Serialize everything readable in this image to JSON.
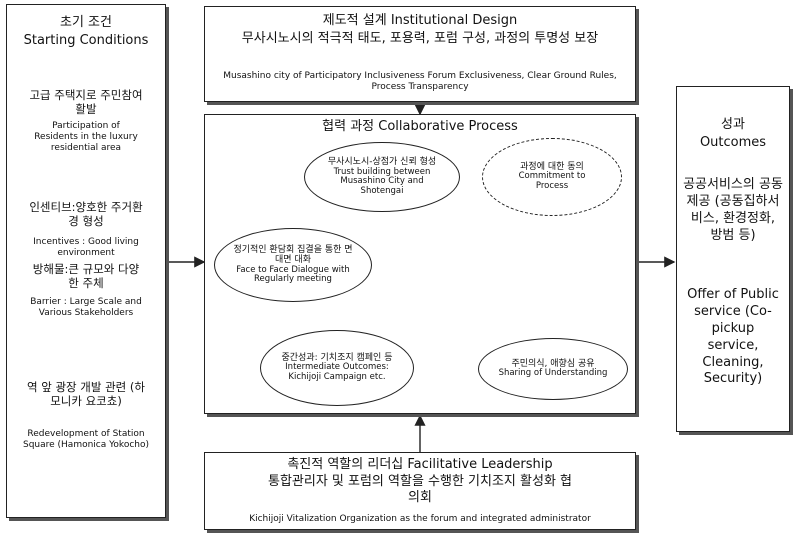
{
  "starting": {
    "title_ko": "초기 조건",
    "title_en": "Starting Conditions",
    "item1_ko": "고급 주택지로 주민참여 활발",
    "item1_en": "Participation of Residents in the luxury residential area",
    "item2_ko": "인센티브:양호한 주거환경 형성",
    "item2_en": "Incentives : Good living environment",
    "item3_ko": "방해물:큰 규모와 다양한 주체",
    "item3_en": "Barrier : Large Scale and Various Stakeholders",
    "item4_ko": "역 앞 광장 개발 관련 (하모니카 요코쵸)",
    "item4_en": "Redevelopment of Station Square (Hamonica Yokocho)"
  },
  "institutional": {
    "title": "제도적 설계 Institutional Design",
    "line_ko": "무사시노시의 적극적 태도, 포용력, 포럼 구성, 과정의 투명성 보장",
    "line_en": "Musashino city of Participatory Inclusiveness Forum Exclusiveness, Clear Ground Rules, Process Transparency"
  },
  "process": {
    "title": "협력 과정 Collaborative Process",
    "trust_ko": "무사시노시-상점가 신뢰 형성",
    "trust_en": "Trust building between Musashino City and Shotengai",
    "commit_ko": "과정에 대한 동의",
    "commit_en": "Commitment to Process",
    "share_ko": "주민의식, 애향심 공유",
    "share_en": "Sharing of Understanding",
    "inter_ko": "중간성과: 기치조지 캠페인 등",
    "inter_en": "Intermediate Outcomes: Kichijoji Campaign etc.",
    "face_ko": "정기적인 환담회 집결을 통한 면대면 대화",
    "face_en": "Face to Face Dialogue with Regularly meeting"
  },
  "outcomes": {
    "title_ko": "성과",
    "title_en": "Outcomes",
    "body_ko": "공공서비스의 공동제공 (공동집하서비스, 환경정화, 방범 등)",
    "body_en": "Offer of Public service (Co-pickup service, Cleaning, Security)"
  },
  "leadership": {
    "title": "촉진적 역할의 리더십 Facilitative Leadership",
    "line_ko": "통합관리자 및 포럼의 역할을 수행한 기치조지 활성화 협의회",
    "line_en": "Kichijoji Vitalization Organization as the forum and integrated administrator"
  }
}
